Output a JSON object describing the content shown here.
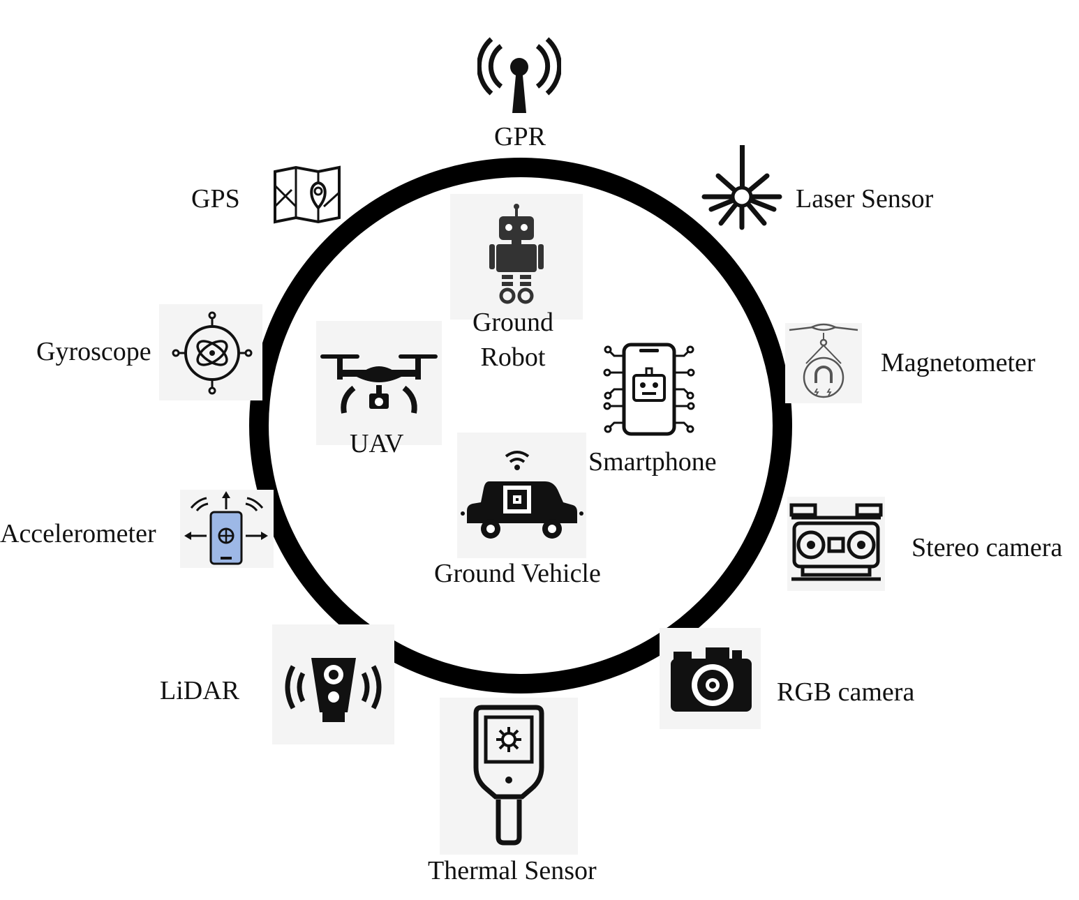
{
  "diagram": {
    "platforms": {
      "ground_robot": "Ground\nRobot",
      "ground_robot_line1": "Ground",
      "ground_robot_line2": "Robot",
      "uav": "UAV",
      "smartphone": "Smartphone",
      "ground_vehicle": "Ground Vehicle"
    },
    "sensors": {
      "gpr": "GPR",
      "laser_sensor": "Laser Sensor",
      "magnetometer": "Magnetometer",
      "stereo_camera": "Stereo camera",
      "rgb_camera": "RGB camera",
      "thermal_sensor": "Thermal Sensor",
      "lidar": "LiDAR",
      "accelerometer": "Accelerometer",
      "gyroscope": "Gyroscope",
      "gps": "GPS"
    },
    "icons": {
      "gpr": "antenna-broadcast-icon",
      "laser_sensor": "laser-burst-icon",
      "magnetometer": "magnet-drone-icon",
      "stereo_camera": "stereo-camera-icon",
      "rgb_camera": "camera-icon",
      "thermal_sensor": "thermal-gun-icon",
      "lidar": "lidar-scanner-icon",
      "accelerometer": "phone-motion-icon",
      "gyroscope": "gyroscope-icon",
      "gps": "map-pin-icon",
      "ground_robot": "robot-icon",
      "uav": "drone-icon",
      "smartphone": "smartphone-circuit-icon",
      "ground_vehicle": "autonomous-car-icon"
    },
    "colors": {
      "ring": "#000000",
      "icon": "#111111",
      "accent_phone": "#9db8e6"
    }
  }
}
